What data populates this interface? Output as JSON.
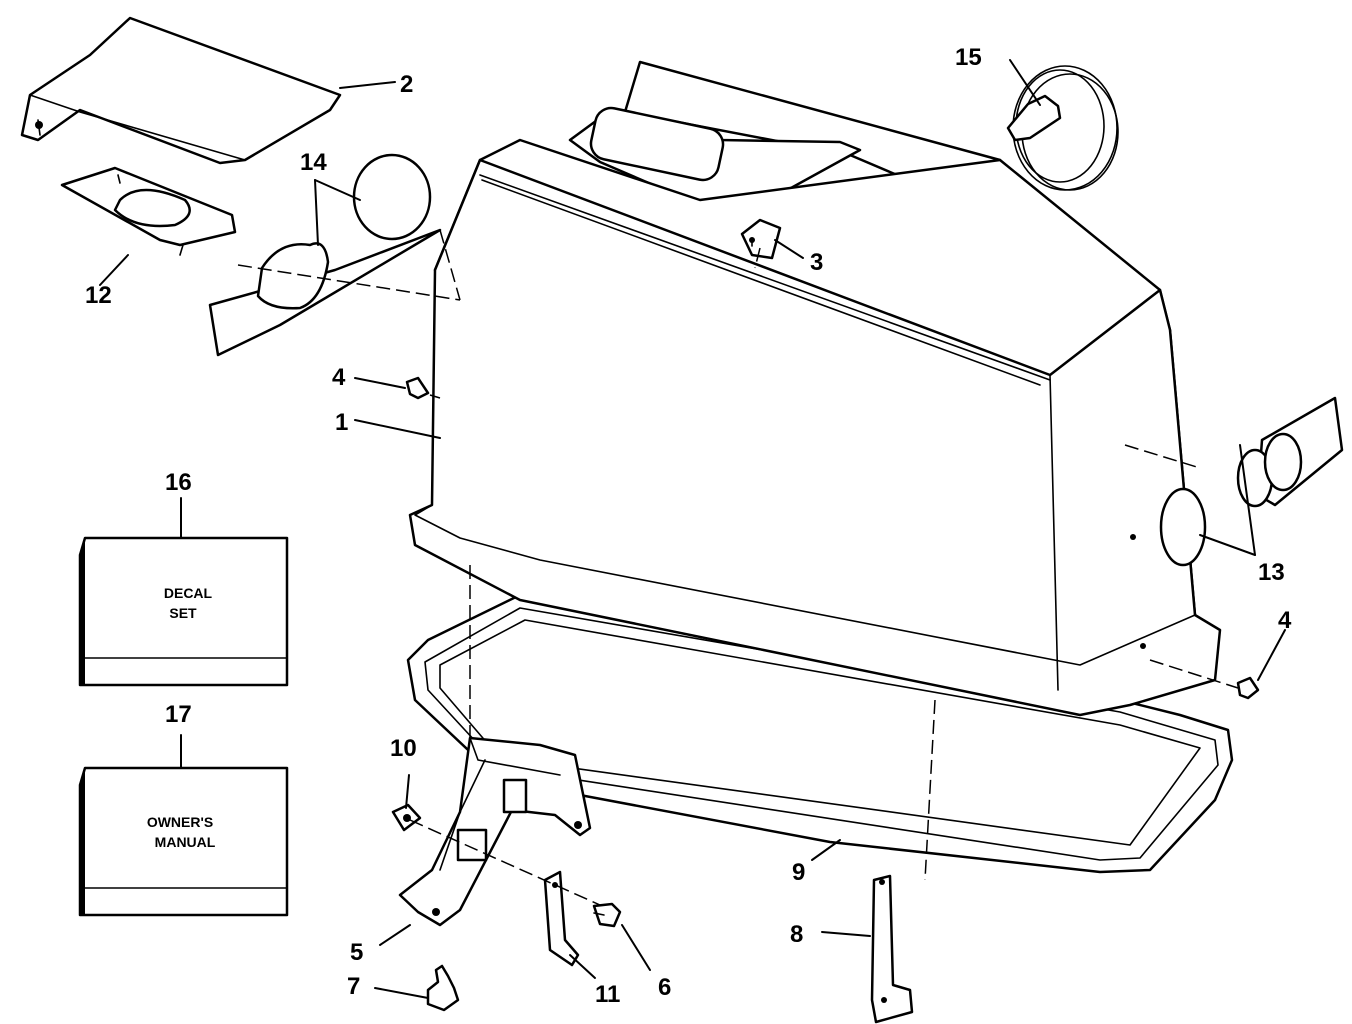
{
  "callouts": {
    "c1": "1",
    "c2": "2",
    "c3": "3",
    "c4a": "4",
    "c4b": "4",
    "c5": "5",
    "c6": "6",
    "c7": "7",
    "c8": "8",
    "c9": "9",
    "c10": "10",
    "c11": "11",
    "c12": "12",
    "c13": "13",
    "c14": "14",
    "c15": "15",
    "c16": "16",
    "c17": "17"
  },
  "boxes": {
    "decal_line1": "DECAL",
    "decal_line2": "SET",
    "manual_line1": "OWNER'S",
    "manual_line2": "MANUAL"
  }
}
